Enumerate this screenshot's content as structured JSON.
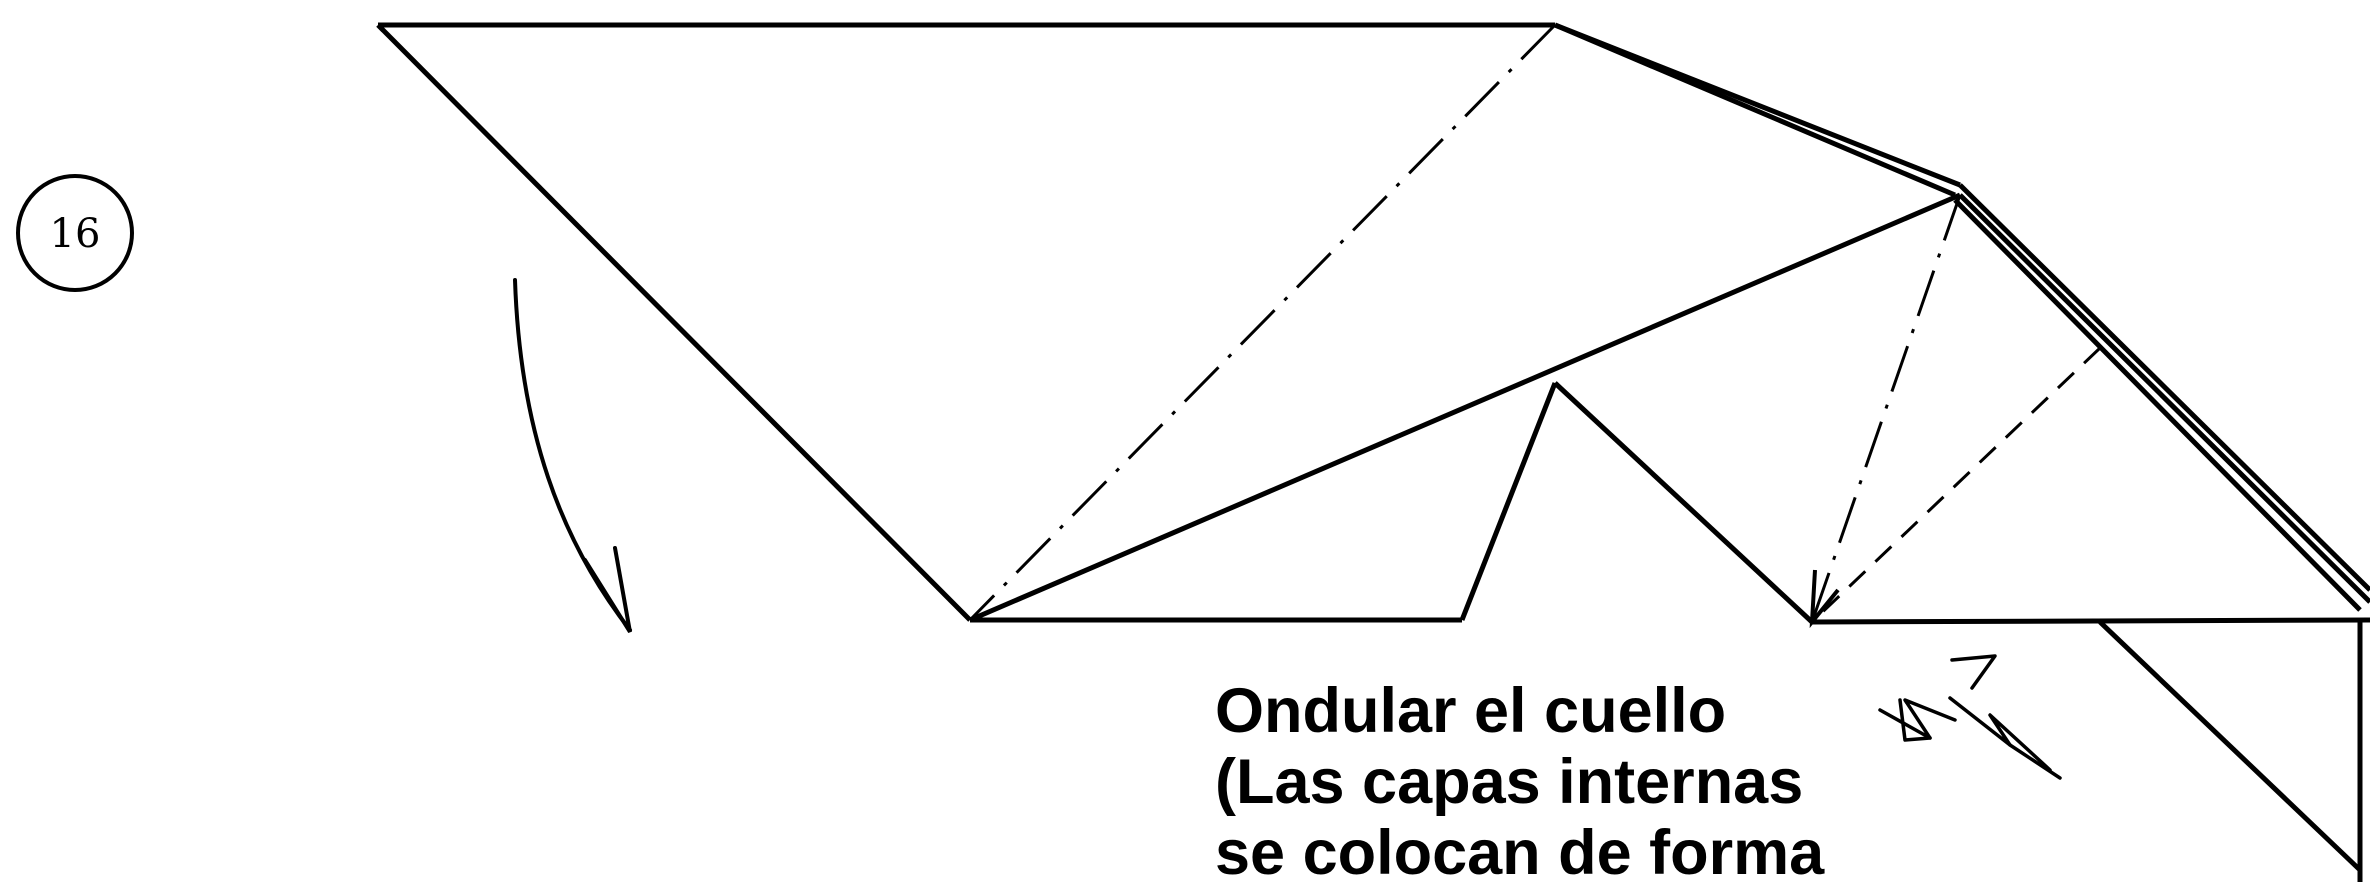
{
  "step": {
    "number": "16"
  },
  "instruction": {
    "line1": "Ondular el cuello",
    "line2": "(Las capas internas",
    "line3": "se colocan de forma"
  },
  "colors": {
    "ink": "#000000",
    "background": "#ffffff"
  },
  "legend": {
    "mountain_fold": "dash-dot line",
    "valley_fold": "dashed line",
    "fold_direction": "curved arrow",
    "push_in": "triple arrows"
  }
}
